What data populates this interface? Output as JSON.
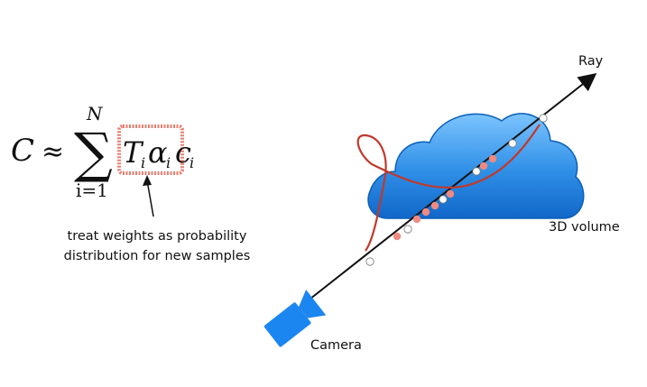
{
  "equation": {
    "lhs": "C",
    "approx": "≈",
    "sum": "∑",
    "upper": "N",
    "lower": "i=1",
    "weight_T": "T",
    "weight_T_sub": "i",
    "weight_alpha": "α",
    "weight_alpha_sub": "i",
    "color_c": "c",
    "color_c_sub": "i"
  },
  "annotation": {
    "line1": "treat weights as probability",
    "line2": "distribution for new samples"
  },
  "labels": {
    "ray": "Ray",
    "volume": "3D volume",
    "camera": "Camera"
  },
  "colors": {
    "highlight": "#e8705f",
    "cloud": "#2f8fe6",
    "curve": "#c0392b",
    "sample_fill": "#f08a80",
    "ray": "#111111"
  },
  "icons": [
    "camera-icon",
    "cloud-icon",
    "arrow-icon"
  ]
}
